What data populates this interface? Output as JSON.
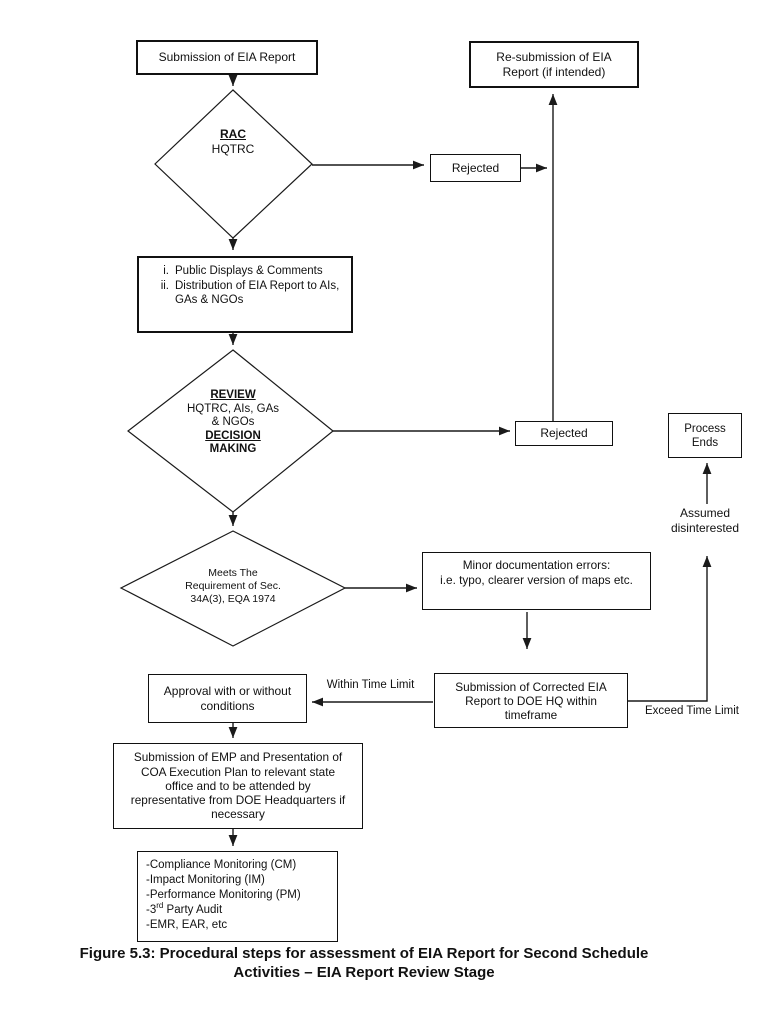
{
  "caption": {
    "line1": "Figure 5.3: Procedural steps for assessment of EIA Report for Second Schedule",
    "line2": "Activities – EIA Report Review Stage"
  },
  "labels": {
    "within_time_limit": "Within Time Limit",
    "exceed_time_limit": "Exceed Time Limit",
    "assumed_line1": "Assumed",
    "assumed_line2": "disinterested"
  },
  "nodes": {
    "submission": {
      "label": "Submission of EIA Report"
    },
    "resubmission": {
      "line1": "Re-submission of EIA",
      "line2": "Report (if intended)"
    },
    "rac": {
      "title": "RAC",
      "body": "HQTRC"
    },
    "rejected_top": {
      "label": "Rejected"
    },
    "public_displays": {
      "marker1": "i.",
      "item1": "Public Displays & Comments",
      "marker2": "ii.",
      "item2": "Distribution of EIA Report to AIs, GAs & NGOs"
    },
    "review": {
      "title": "REVIEW",
      "body1": "HQTRC, AIs, GAs",
      "body2": "& NGOs",
      "title2": "DECISION",
      "title3": "MAKING"
    },
    "rejected_mid": {
      "label": "Rejected"
    },
    "process_ends": {
      "line1": "Process",
      "line2": "Ends"
    },
    "meets_requirement": {
      "line1": "Meets The",
      "line2": "Requirement of Sec.",
      "line3": "34A(3), EQA 1974"
    },
    "minor_errors": {
      "line1": "Minor documentation errors:",
      "line2": "i.e. typo, clearer version of maps etc."
    },
    "corrected_submission": {
      "line1": "Submission of Corrected EIA",
      "line2": "Report to DOE HQ within",
      "line3": "timeframe"
    },
    "approval": {
      "line1": "Approval with or without",
      "line2": "conditions"
    },
    "emp_submission": {
      "line1": "Submission of EMP and Presentation of",
      "line2": "COA Execution Plan to relevant state",
      "line3": "office and to be attended by",
      "line4": "representative from DOE Headquarters if",
      "line5": "necessary"
    },
    "monitoring": {
      "item1": "-Compliance Monitoring (CM)",
      "item2": "-Impact Monitoring (IM)",
      "item3": "-Performance Monitoring (PM)",
      "item4_pre": "-3",
      "item4_sup": "rd",
      "item4_post": " Party Audit",
      "item5": "-EMR, EAR, etc"
    }
  },
  "colors": {
    "line": "#1a1a1a",
    "text": "#111111",
    "background": "#ffffff"
  }
}
